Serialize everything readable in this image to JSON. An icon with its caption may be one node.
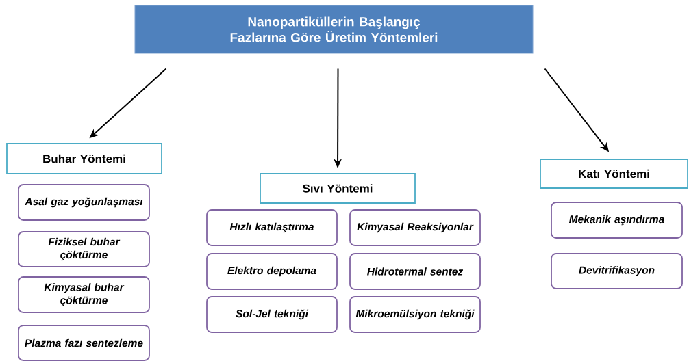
{
  "diagram": {
    "nodes": [
      {
        "text": [
          "Nanopartiküllerin Başlangıç Fazlarına Göre Üretim Yöntemleri"
        ]
      },
      {
        "text": [
          "Buhar Yöntemi"
        ]
      },
      {
        "text": [
          "Asal gaz yoğunlaşması"
        ]
      },
      {
        "text": [
          "Fiziksel buhar çöktürme"
        ]
      },
      {
        "text": [
          "Kimyasal buhar çöktürme"
        ]
      },
      {
        "text": [
          "Plazma fazı sentezleme"
        ]
      },
      {
        "text": [
          "Sıvı Yöntemi"
        ]
      },
      {
        "text": [
          "Hızlı katılaştırma"
        ]
      },
      {
        "text": [
          "Kimyasal Reaksiyonlar"
        ]
      },
      {
        "text": [
          "Elektro depolama"
        ]
      },
      {
        "text": [
          "Hidrotermal sentez"
        ]
      },
      {
        "text": [
          "Sol-Jel tekniği"
        ]
      },
      {
        "text": [
          "Mikroemülsiyon tekniği"
        ]
      },
      {
        "text": [
          "Katı Yöntemi"
        ]
      },
      {
        "text": [
          "Mekanik aşındırma"
        ]
      },
      {
        "text": [
          "Devitrifikasyon"
        ]
      }
    ],
    "edges": [
      {
        "from": 0,
        "to": 1,
        "arrow": "to"
      },
      {
        "from": 0,
        "to": 6,
        "arrow": "to"
      },
      {
        "from": 0,
        "to": 13,
        "arrow": "to"
      }
    ]
  }
}
